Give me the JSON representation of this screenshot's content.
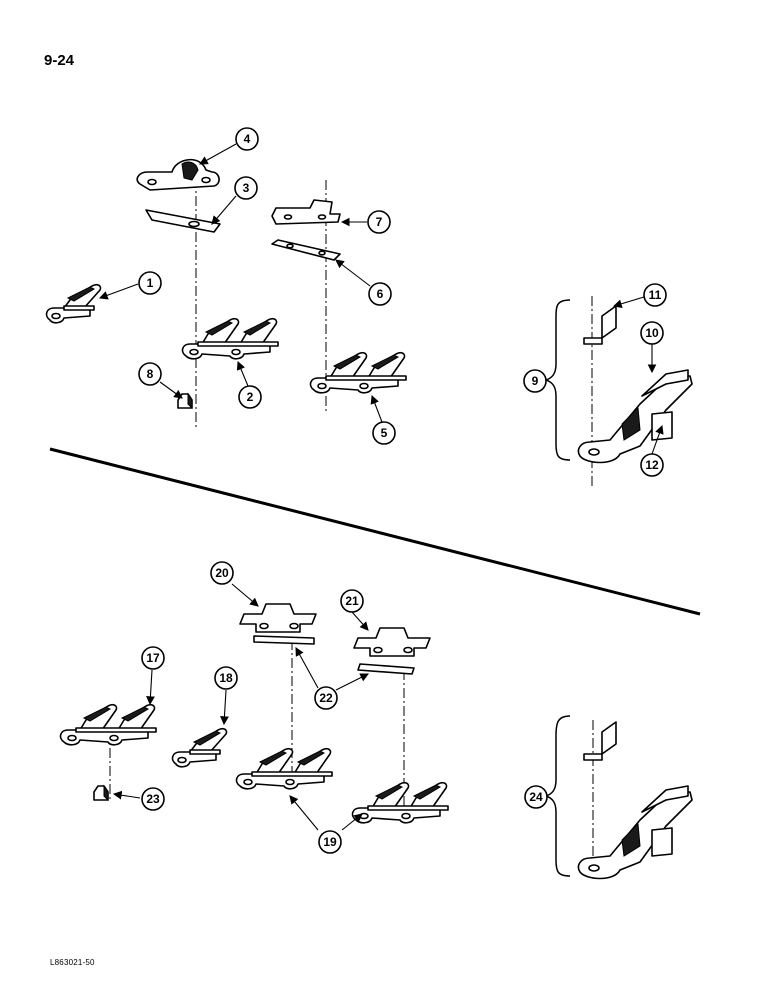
{
  "page_number": "9-24",
  "figure_code": "L863021-50",
  "callouts": [
    "1",
    "2",
    "3",
    "4",
    "5",
    "6",
    "7",
    "8",
    "9",
    "10",
    "11",
    "12",
    "17",
    "18",
    "19",
    "20",
    "21",
    "22",
    "23",
    "24"
  ]
}
